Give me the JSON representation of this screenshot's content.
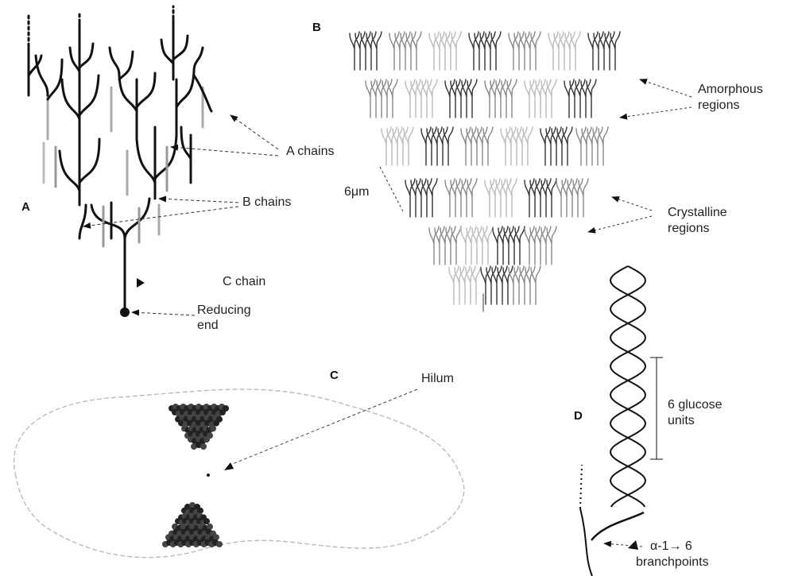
{
  "panels": {
    "a": "A",
    "b": "B",
    "c": "C",
    "d": "D"
  },
  "panel_a": {
    "a_chains": "A chains",
    "b_chains": "B chains",
    "c_chain": "C chain",
    "reducing_end_line1": "Reducing",
    "reducing_end_line2": "end"
  },
  "panel_b": {
    "size": "6μm",
    "amorphous_line1": "Amorphous",
    "amorphous_line2": "regions",
    "crystalline_line1": "Crystalline",
    "crystalline_line2": "regions"
  },
  "panel_c": {
    "hilum": "Hilum"
  },
  "panel_d": {
    "glucose_line1": "6 glucose",
    "glucose_line2": "units",
    "branch_line1": "α-1→ 6",
    "branch_line2": "branchpoints"
  }
}
